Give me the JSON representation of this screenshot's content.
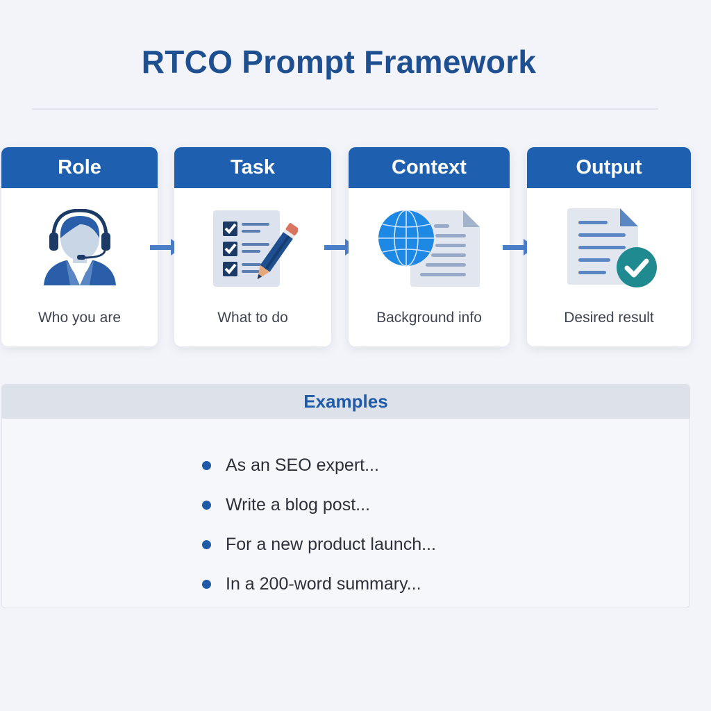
{
  "title": "RTCO Prompt Framework",
  "colors": {
    "accent": "#1f5fb0",
    "title": "#1d4f91",
    "arrow": "#4a7fc8",
    "check_teal": "#1f8a8f",
    "background": "#f3f4f9"
  },
  "steps": [
    {
      "label": "Role",
      "caption": "Who you are",
      "icon": "headset-person-icon"
    },
    {
      "label": "Task",
      "caption": "What to do",
      "icon": "checklist-pencil-icon"
    },
    {
      "label": "Context",
      "caption": "Background info",
      "icon": "globe-document-icon"
    },
    {
      "label": "Output",
      "caption": "Desired result",
      "icon": "document-check-icon"
    }
  ],
  "examples": {
    "heading": "Examples",
    "items": [
      "As an SEO expert...",
      "Write a blog post...",
      "For a new product launch...",
      "In a 200-word summary..."
    ]
  }
}
